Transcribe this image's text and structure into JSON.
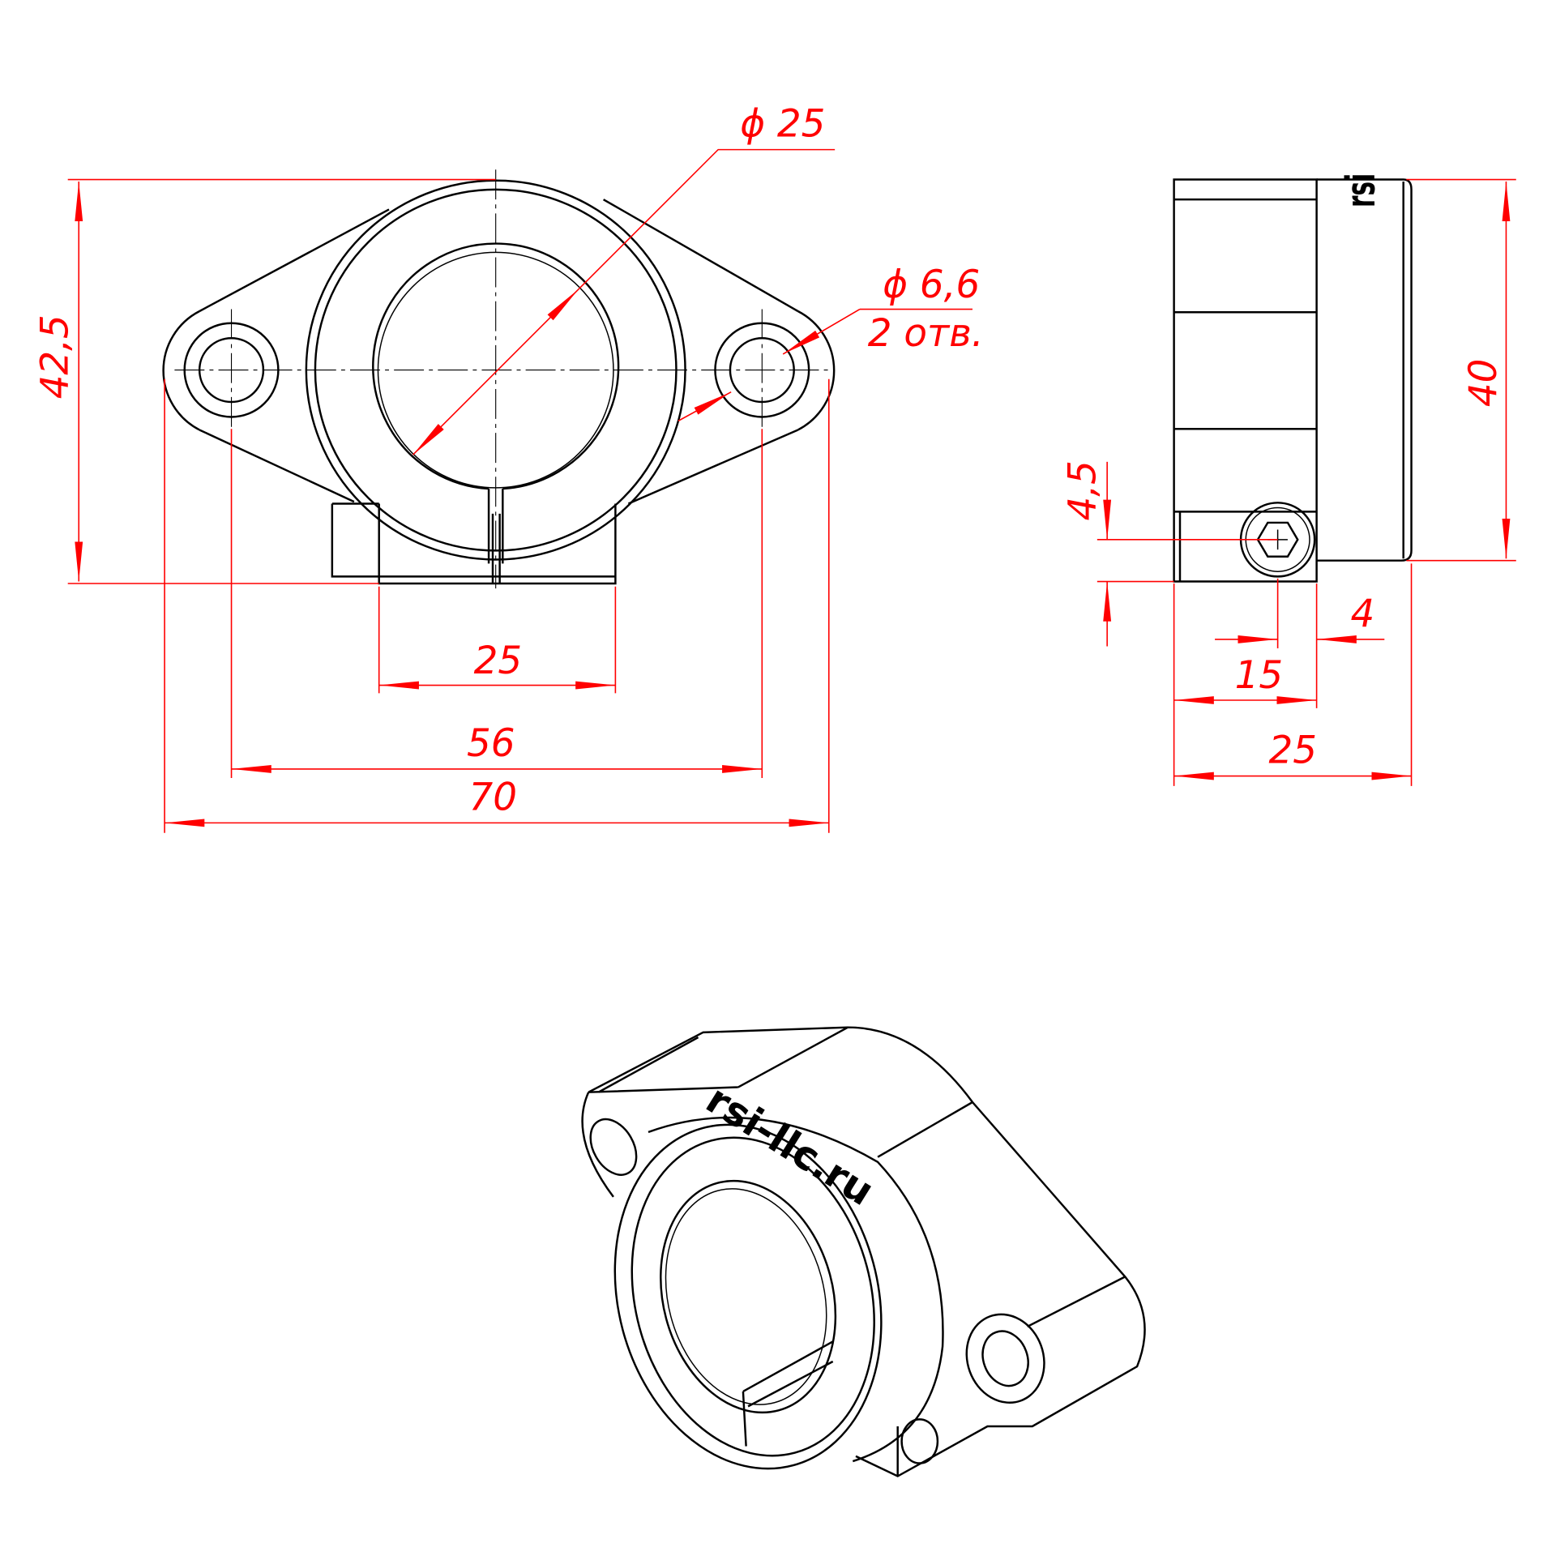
{
  "drawing": {
    "accent_color": "#ff0000",
    "dimensions": {
      "bore_diameter": "ϕ 25",
      "hole_diameter": "ϕ 6,6",
      "hole_count": "2 отв.",
      "height": "42,5",
      "base_width": "25",
      "hole_spacing": "56",
      "overall_length": "70",
      "side_height": "40",
      "screw_height": "4,5",
      "screw_offset": "4",
      "screw_position": "15",
      "side_width": "25"
    },
    "logo_text": "rsi-llc.ru"
  }
}
